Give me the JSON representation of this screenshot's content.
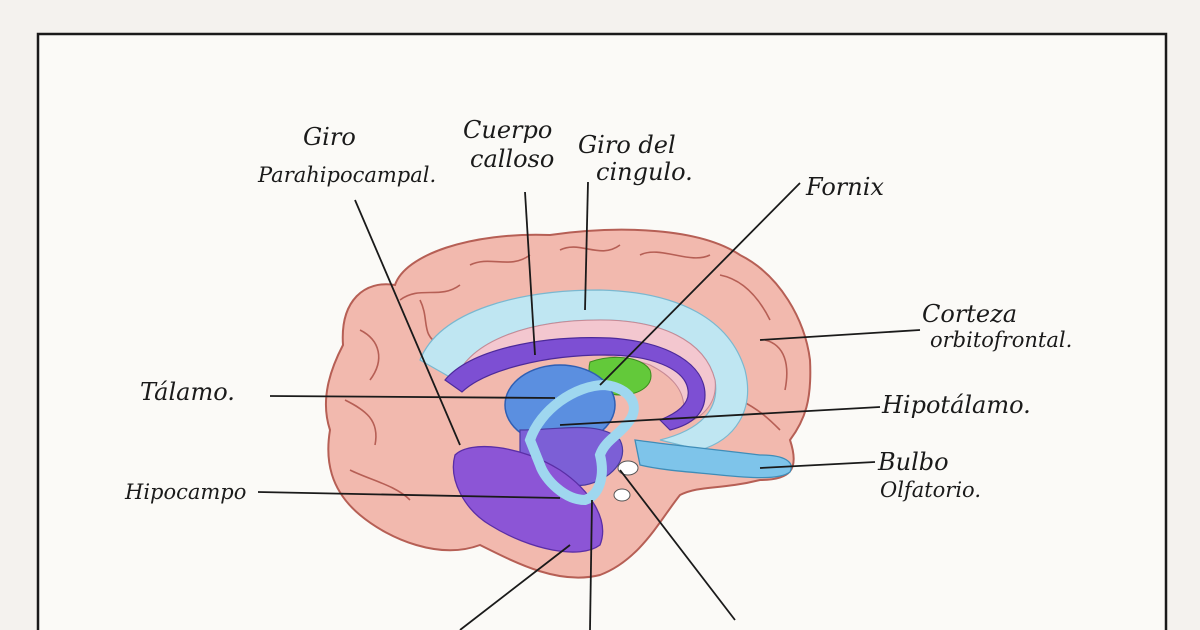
{
  "diagram": {
    "labels": {
      "giro_parahipocampal_line1": "Giro",
      "giro_parahipocampal_line2": "Parahipocampal.",
      "cuerpo_calloso_line1": "Cuerpo",
      "cuerpo_calloso_line2": "calloso",
      "giro_cingulo_line1": "Giro del",
      "giro_cingulo_line2": "cingulo.",
      "fornix": "Fornix",
      "corteza_line1": "Corteza",
      "corteza_line2": "orbitofrontal.",
      "talamo": "Tálamo.",
      "hipotalamo": "Hipotálamo.",
      "hipocampo": "Hipocampo",
      "bulbo_line1": "Bulbo",
      "bulbo_line2": "Olfatorio."
    },
    "colors": {
      "paper": "#f4f2ee",
      "cortex": "#f2b9ae",
      "cortex_outline": "#b65f55",
      "corpus_callosum": "#f3c7cf",
      "cingulate": "#bfe6f2",
      "fornix": "#7d4fd3",
      "thalamus": "#5b8fe0",
      "hypothalamus": "#7c5fd6",
      "hippocampus": "#8c55d6",
      "amygdala_green": "#63c93a",
      "olfactory": "#7ec4ea",
      "ink": "#1a1a1a"
    }
  }
}
